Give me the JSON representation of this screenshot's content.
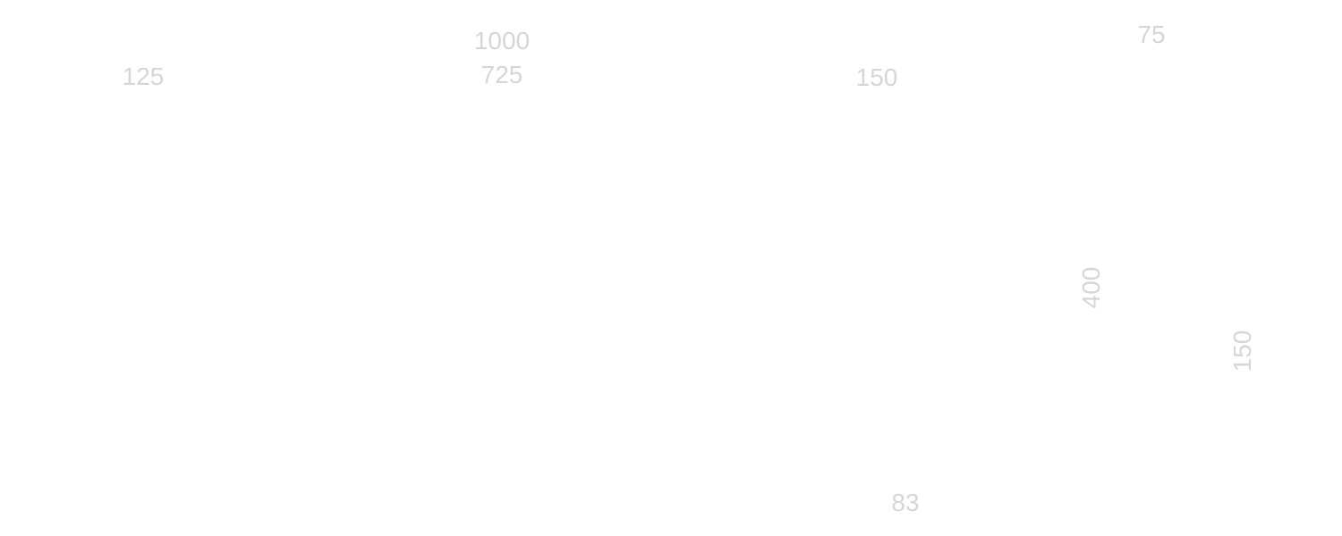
{
  "labels": {
    "a": "125",
    "b": "1000",
    "c": "725",
    "d": "150",
    "e": "75",
    "f": "400",
    "g": "150",
    "h": "83"
  },
  "colors": {
    "background": "#ffffff",
    "label_text": "#d6d6d6"
  }
}
